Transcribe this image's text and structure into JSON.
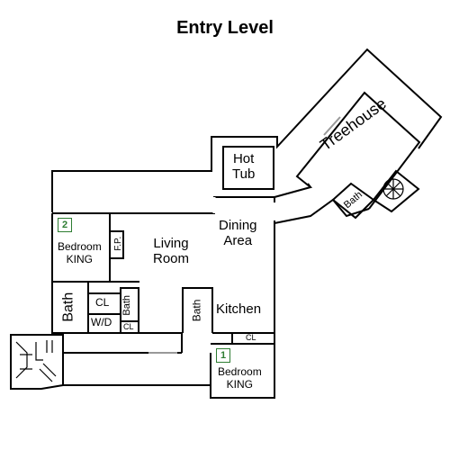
{
  "title": "Entry Level",
  "rooms": {
    "hot_tub": "Hot\nTub",
    "treehouse": "Treehouse",
    "treehouse_bath": "Bath",
    "dining_area": "Dining\nArea",
    "living_room": "Living\nRoom",
    "fireplace": "F.P.",
    "bedroom_2": "Bedroom\nKING",
    "bedroom_2_number": "2",
    "bath_main": "Bath",
    "closet": "CL",
    "bath_small": "Bath",
    "washer_dryer": "W/D",
    "closet_small": "CL",
    "kitchen": "Kitchen",
    "kitchen_bath": "Bath",
    "kitchen_closet": "CL",
    "bedroom_1": "Bedroom\nKING",
    "bedroom_1_number": "1"
  },
  "colors": {
    "wall": "#000000",
    "badge": "#2e7d32",
    "door": "#999999"
  },
  "icons": {
    "spiral_stair": "spiral-staircase-icon",
    "stair": "staircase-icon"
  }
}
